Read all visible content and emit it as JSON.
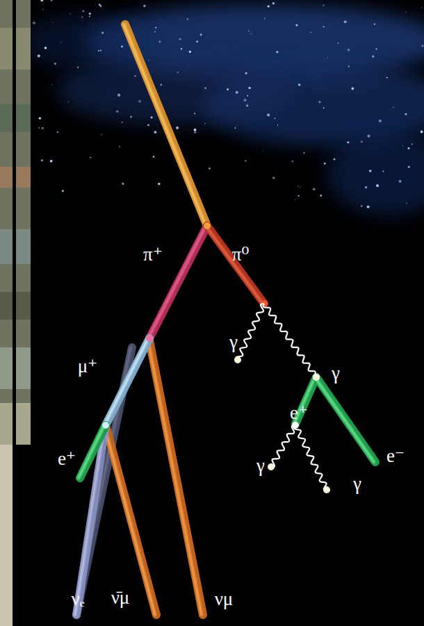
{
  "diagram": {
    "labels": [
      "π⁺",
      "π⁰",
      "γ",
      "γ",
      "μ⁺",
      "e⁺",
      "e⁺",
      "e⁻",
      "γ",
      "γ",
      "νₑ",
      "ν̄μ",
      "νμ"
    ]
  }
}
